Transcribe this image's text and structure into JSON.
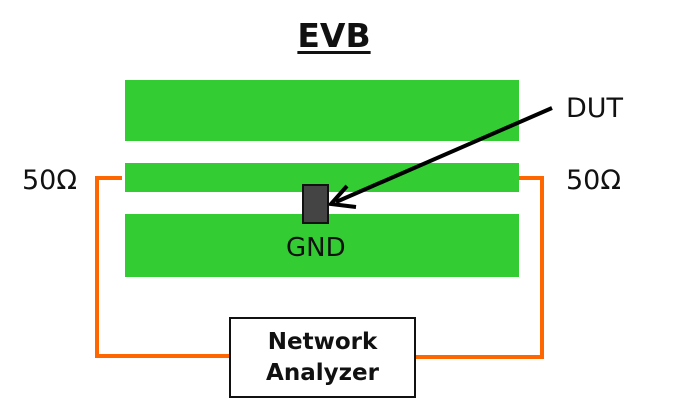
{
  "title": "EVB",
  "labels": {
    "port_left": "50Ω",
    "port_right": "50Ω",
    "dut": "DUT",
    "gnd": "GND"
  },
  "instrument": {
    "line1": "Network",
    "line2": "Analyzer"
  },
  "colors": {
    "trace_green": "#33cc33",
    "wire_orange": "#ff6600",
    "chip_gray": "#444444",
    "text": "#111111"
  }
}
